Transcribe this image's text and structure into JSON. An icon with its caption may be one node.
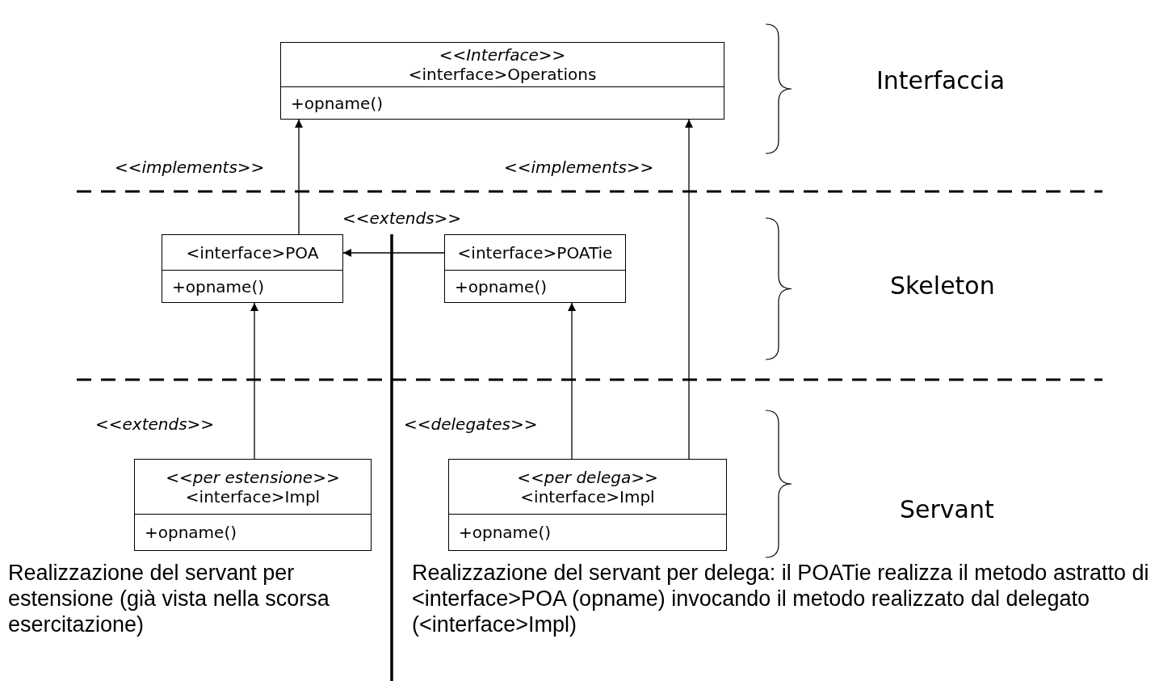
{
  "diagram": {
    "nodes": [
      {
        "text": [
          "<<Interface>>",
          "<interface>Operations",
          "+opname()"
        ]
      },
      {
        "text": [
          "<interface>POA",
          "+opname()"
        ]
      },
      {
        "text": [
          "<interface>POATie",
          "+opname()"
        ]
      },
      {
        "text": [
          "<<per estensione>>",
          "<interface>Impl",
          "+opname()"
        ]
      },
      {
        "text": [
          "<<per delega>>",
          "<interface>Impl",
          "+opname()"
        ]
      }
    ],
    "edges": [
      {
        "from": 1,
        "to": 0,
        "arrow": "to",
        "label": "<<implements>>"
      },
      {
        "from": 4,
        "to": 0,
        "arrow": "to",
        "label": "<<implements>>"
      },
      {
        "from": 2,
        "to": 1,
        "arrow": "to",
        "label": "<<extends>>"
      },
      {
        "from": 3,
        "to": 1,
        "arrow": "to",
        "label": "<<extends>>"
      },
      {
        "from": 4,
        "to": 2,
        "arrow": "to",
        "label": "<<delegates>>"
      }
    ],
    "labels": [
      "Interfaccia",
      "Skeleton",
      "Servant",
      "Realizzazione del servant per estensione (già vista nella scorsa esercitazione)",
      "Realizzazione del servant per delega: il POATie realizza il metodo astratto di <interface>POA (opname) invocando il metodo realizzato dal delegato (<interface>Impl)"
    ]
  }
}
